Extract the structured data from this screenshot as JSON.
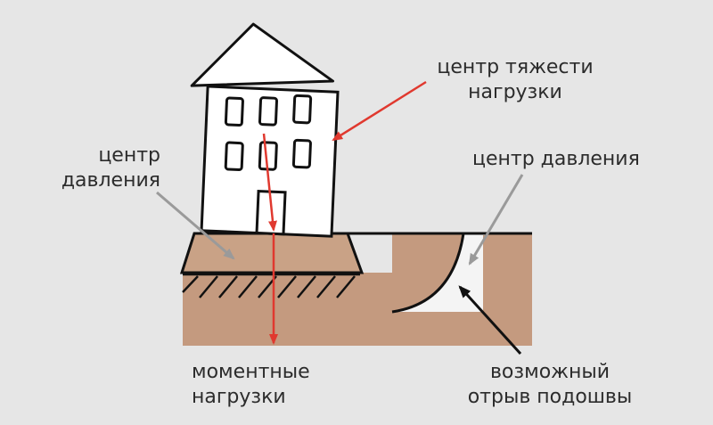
{
  "labels": {
    "cg": [
      "центр тяжести",
      "нагрузки"
    ],
    "pressure_left": [
      "центр",
      "давления"
    ],
    "pressure_right": [
      "центр давления"
    ],
    "moment": [
      "моментные",
      "нагрузки"
    ],
    "separation": [
      "возможный",
      "отрыв подошвы"
    ]
  },
  "colors": {
    "background": "#e6e6e6",
    "soil": "#c49a7f",
    "foundation": "#c9a286",
    "gap": "#f4f4f4",
    "line": "#111111",
    "arrow_red": "#e0392f",
    "arrow_gray": "#9a9a9a",
    "text": "#2c2c2c"
  }
}
